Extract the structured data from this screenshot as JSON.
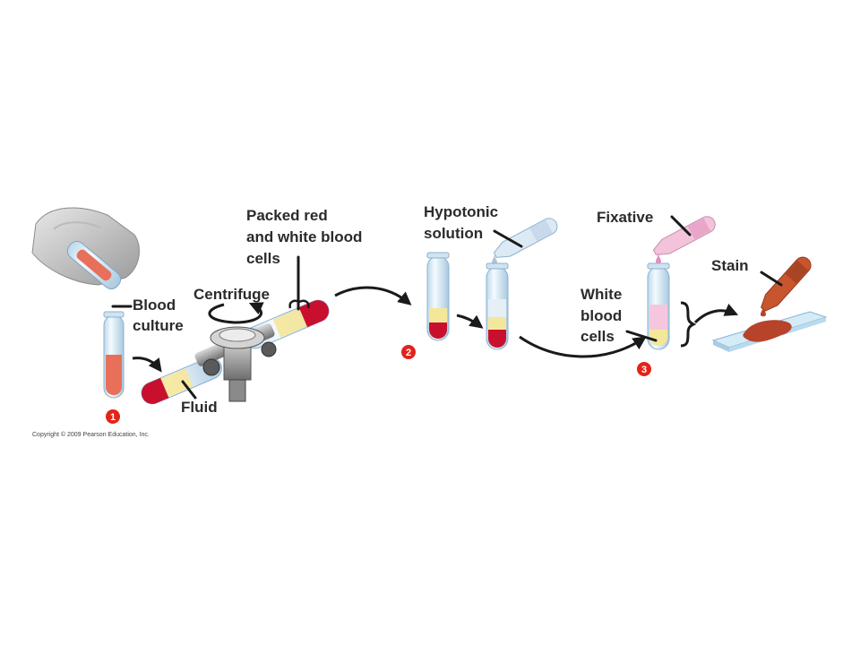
{
  "labels": {
    "blood_culture": [
      "Blood",
      "culture"
    ],
    "centrifuge": "Centrifuge",
    "fluid": "Fluid",
    "packed_cells": [
      "Packed red",
      "and white blood",
      "cells"
    ],
    "hypotonic": [
      "Hypotonic",
      "solution"
    ],
    "fixative": "Fixative",
    "stain": "Stain",
    "white_cells": [
      "White",
      "blood",
      "cells"
    ]
  },
  "steps": [
    "1",
    "2",
    "3"
  ],
  "copyright": "Copyright © 2009 Pearson Education, Inc.",
  "colors": {
    "blood": "#e8705a",
    "red_cells": "#c8102e",
    "plasma": "#f5e79a",
    "tube_glass": "#e3f1fb",
    "hypotonic": "#dfeaf5",
    "fixative": "#f3b8d6",
    "stain": "#b7432a",
    "slide": "#cfe9f7",
    "step_badge": "#e2231a"
  }
}
